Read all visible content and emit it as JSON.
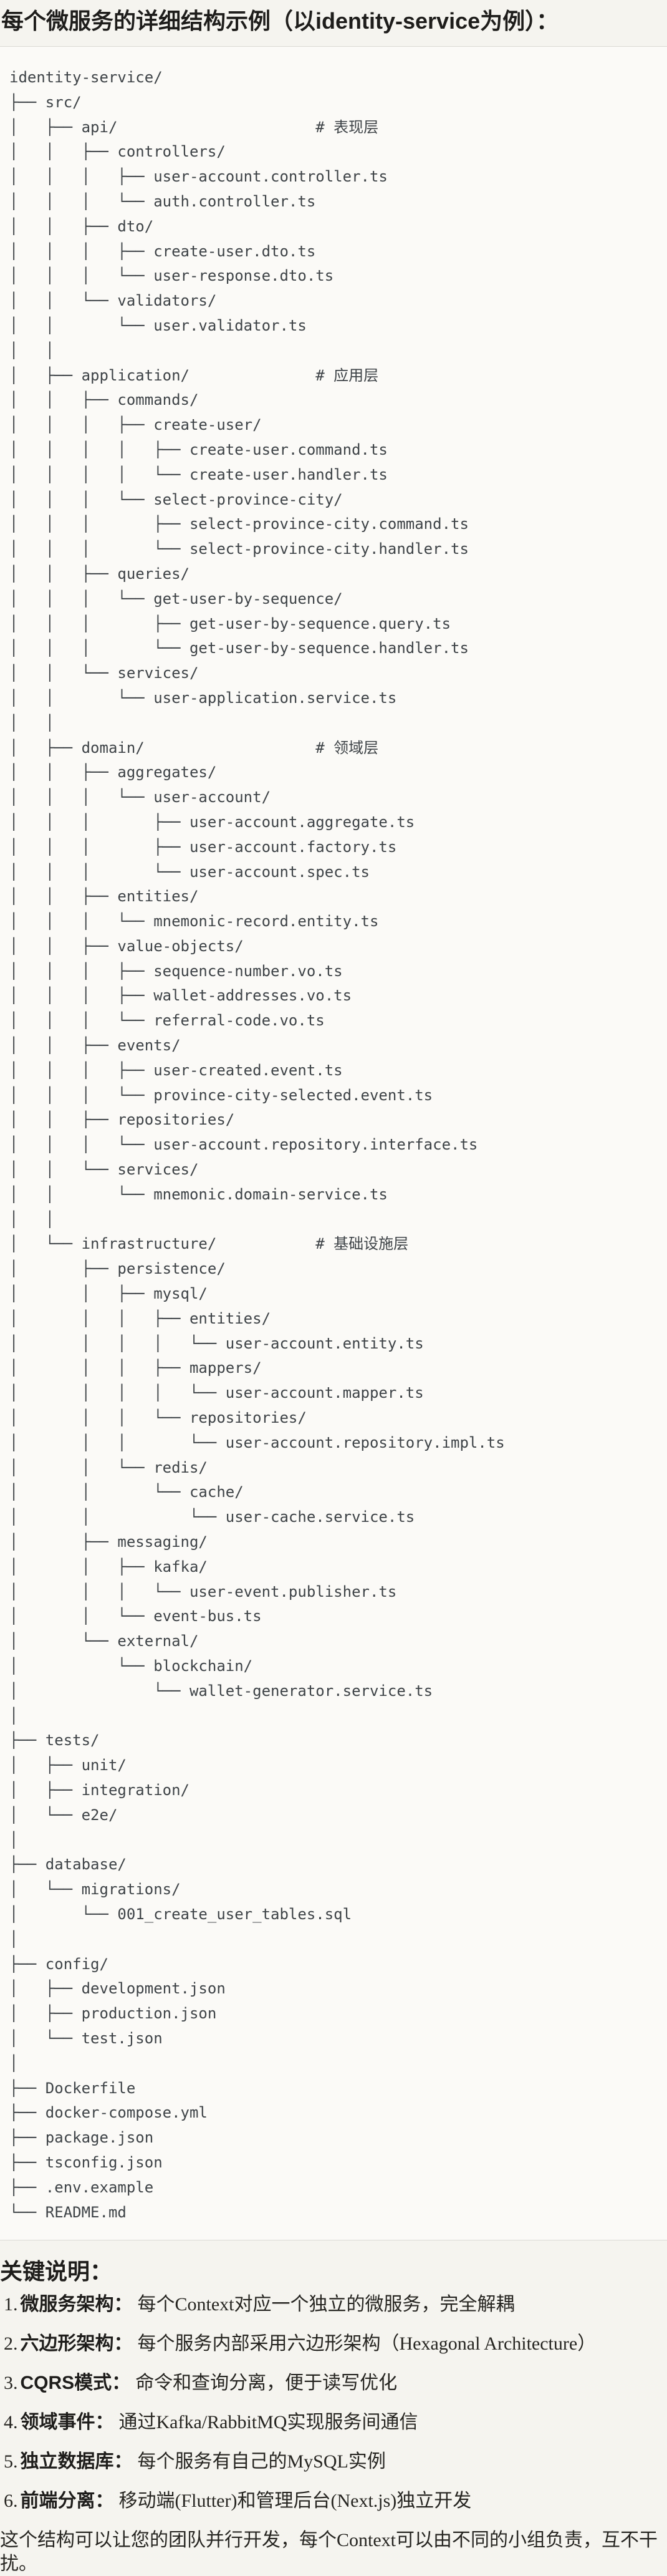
{
  "title": "每个微服务的详细结构示例（以identity-service为例）：",
  "colors": {
    "page_bg": "#f5f4ef",
    "code_bg": "#fbfaf7",
    "border": "#dbdad5",
    "tree_text": "#3e4347",
    "heading_text": "#1e1d1b",
    "body_text": "#262521"
  },
  "tree": {
    "lines": [
      "identity-service/",
      "├── src/",
      "│   ├── api/                      # 表现层",
      "│   │   ├── controllers/",
      "│   │   │   ├── user-account.controller.ts",
      "│   │   │   └── auth.controller.ts",
      "│   │   ├── dto/",
      "│   │   │   ├── create-user.dto.ts",
      "│   │   │   └── user-response.dto.ts",
      "│   │   └── validators/",
      "│   │       └── user.validator.ts",
      "│   │",
      "│   ├── application/              # 应用层",
      "│   │   ├── commands/",
      "│   │   │   ├── create-user/",
      "│   │   │   │   ├── create-user.command.ts",
      "│   │   │   │   └── create-user.handler.ts",
      "│   │   │   └── select-province-city/",
      "│   │   │       ├── select-province-city.command.ts",
      "│   │   │       └── select-province-city.handler.ts",
      "│   │   ├── queries/",
      "│   │   │   └── get-user-by-sequence/",
      "│   │   │       ├── get-user-by-sequence.query.ts",
      "│   │   │       └── get-user-by-sequence.handler.ts",
      "│   │   └── services/",
      "│   │       └── user-application.service.ts",
      "│   │",
      "│   ├── domain/                   # 领域层",
      "│   │   ├── aggregates/",
      "│   │   │   └── user-account/",
      "│   │   │       ├── user-account.aggregate.ts",
      "│   │   │       ├── user-account.factory.ts",
      "│   │   │       └── user-account.spec.ts",
      "│   │   ├── entities/",
      "│   │   │   └── mnemonic-record.entity.ts",
      "│   │   ├── value-objects/",
      "│   │   │   ├── sequence-number.vo.ts",
      "│   │   │   ├── wallet-addresses.vo.ts",
      "│   │   │   └── referral-code.vo.ts",
      "│   │   ├── events/",
      "│   │   │   ├── user-created.event.ts",
      "│   │   │   └── province-city-selected.event.ts",
      "│   │   ├── repositories/",
      "│   │   │   └── user-account.repository.interface.ts",
      "│   │   └── services/",
      "│   │       └── mnemonic.domain-service.ts",
      "│   │",
      "│   └── infrastructure/           # 基础设施层",
      "│       ├── persistence/",
      "│       │   ├── mysql/",
      "│       │   │   ├── entities/",
      "│       │   │   │   └── user-account.entity.ts",
      "│       │   │   ├── mappers/",
      "│       │   │   │   └── user-account.mapper.ts",
      "│       │   │   └── repositories/",
      "│       │   │       └── user-account.repository.impl.ts",
      "│       │   └── redis/",
      "│       │       └── cache/",
      "│       │           └── user-cache.service.ts",
      "│       ├── messaging/",
      "│       │   ├── kafka/",
      "│       │   │   └── user-event.publisher.ts",
      "│       │   └── event-bus.ts",
      "│       └── external/",
      "│           └── blockchain/",
      "│               └── wallet-generator.service.ts",
      "│",
      "├── tests/",
      "│   ├── unit/",
      "│   ├── integration/",
      "│   └── e2e/",
      "│",
      "├── database/",
      "│   └── migrations/",
      "│       └── 001_create_user_tables.sql",
      "│",
      "├── config/",
      "│   ├── development.json",
      "│   ├── production.json",
      "│   └── test.json",
      "│",
      "├── Dockerfile",
      "├── docker-compose.yml",
      "├── package.json",
      "├── tsconfig.json",
      "├── .env.example",
      "└── README.md"
    ]
  },
  "notes": {
    "heading": "关键说明：",
    "items": [
      {
        "num": "1.",
        "label": "微服务架构：",
        "desc": "每个Context对应一个独立的微服务，完全解耦"
      },
      {
        "num": "2.",
        "label": "六边形架构：",
        "desc": "每个服务内部采用六边形架构（Hexagonal Architecture）"
      },
      {
        "num": "3.",
        "label": "CQRS模式：",
        "desc": "命令和查询分离，便于读写优化"
      },
      {
        "num": "4.",
        "label": "领域事件：",
        "desc": "通过Kafka/RabbitMQ实现服务间通信"
      },
      {
        "num": "5.",
        "label": "独立数据库：",
        "desc": "每个服务有自己的MySQL实例"
      },
      {
        "num": "6.",
        "label": "前端分离：",
        "desc": "移动端(Flutter)和管理后台(Next.js)独立开发"
      }
    ],
    "footer": "这个结构可以让您的团队并行开发，每个Context可以由不同的小组负责，互不干扰。"
  }
}
